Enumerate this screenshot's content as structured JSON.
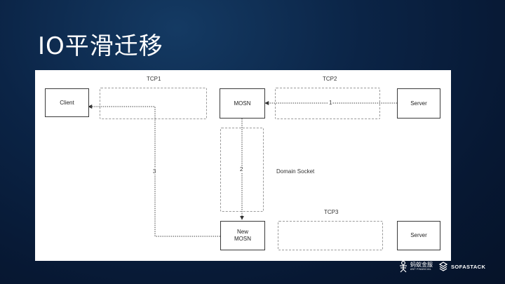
{
  "slide": {
    "title": "IO平滑迁移"
  },
  "diagram": {
    "nodes": {
      "client": "Client",
      "mosn": "MOSN",
      "server_top": "Server",
      "new_mosn": "New\nMOSN",
      "server_bottom": "Server"
    },
    "groups": {
      "tcp1": "TCP1",
      "tcp2": "TCP2",
      "tcp3": "TCP3",
      "domain_socket": "Domain Socket"
    },
    "edges": {
      "e1": "1",
      "e2": "2",
      "e3": "3"
    }
  },
  "logos": {
    "ant_name": "蚂蚁金服",
    "ant_sub": "ANT FINANCIAL",
    "sofa": "SOFASTACK"
  }
}
